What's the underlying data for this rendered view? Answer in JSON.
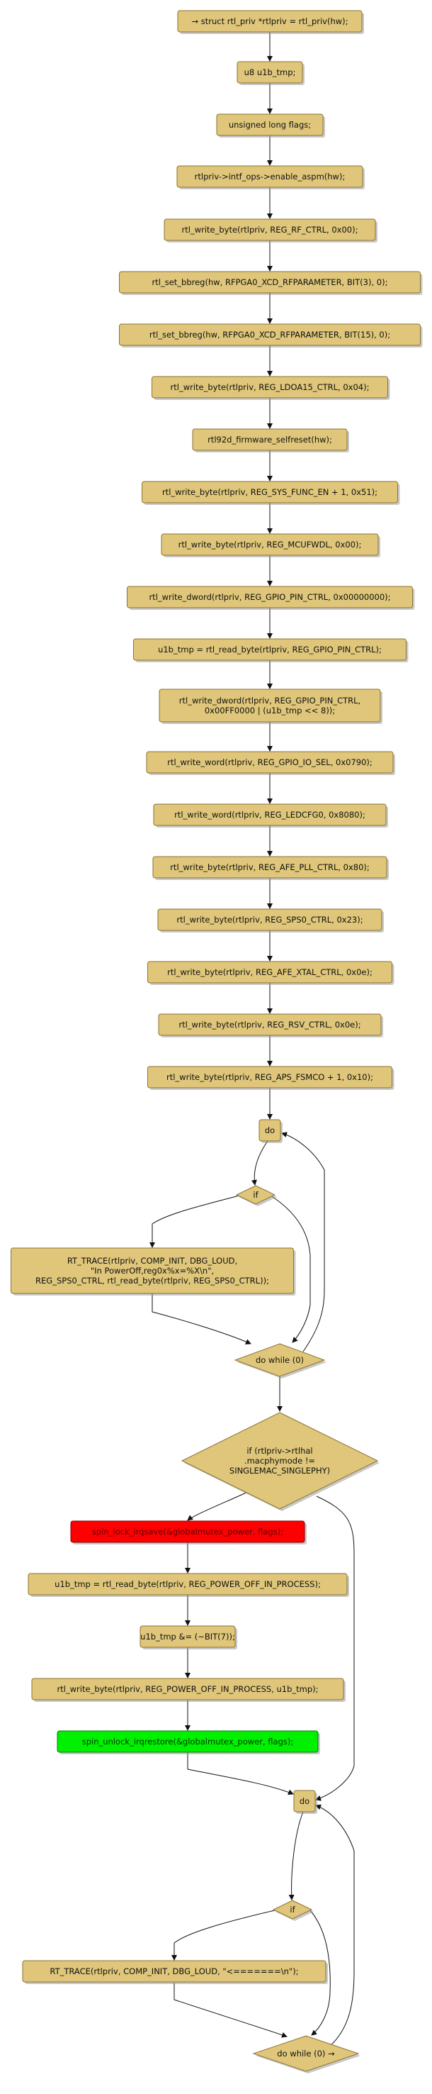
{
  "diagram": {
    "nodes": [
      {
        "id": "n1",
        "text": "→ struct rtl_priv *rtlpriv = rtl_priv(hw);"
      },
      {
        "id": "n2",
        "text": "u8 u1b_tmp;"
      },
      {
        "id": "n3",
        "text": "unsigned long flags;"
      },
      {
        "id": "n4",
        "text": "rtlpriv->intf_ops->enable_aspm(hw);"
      },
      {
        "id": "n5",
        "text": "rtl_write_byte(rtlpriv, REG_RF_CTRL, 0x00);"
      },
      {
        "id": "n6",
        "text": "rtl_set_bbreg(hw, RFPGA0_XCD_RFPARAMETER, BIT(3), 0);"
      },
      {
        "id": "n7",
        "text": "rtl_set_bbreg(hw, RFPGA0_XCD_RFPARAMETER, BIT(15), 0);"
      },
      {
        "id": "n8",
        "text": "rtl_write_byte(rtlpriv, REG_LDOA15_CTRL, 0x04);"
      },
      {
        "id": "n9",
        "text": "rtl92d_firmware_selfreset(hw);"
      },
      {
        "id": "n10",
        "text": "rtl_write_byte(rtlpriv, REG_SYS_FUNC_EN + 1, 0x51);"
      },
      {
        "id": "n11",
        "text": "rtl_write_byte(rtlpriv, REG_MCUFWDL, 0x00);"
      },
      {
        "id": "n12",
        "text": "rtl_write_dword(rtlpriv, REG_GPIO_PIN_CTRL, 0x00000000);"
      },
      {
        "id": "n13",
        "text": "u1b_tmp = rtl_read_byte(rtlpriv, REG_GPIO_PIN_CTRL);"
      },
      {
        "id": "n14",
        "lines": [
          "rtl_write_dword(rtlpriv, REG_GPIO_PIN_CTRL,",
          "0x00FF0000 | (u1b_tmp << 8));"
        ]
      },
      {
        "id": "n15",
        "text": "rtl_write_word(rtlpriv, REG_GPIO_IO_SEL, 0x0790);"
      },
      {
        "id": "n16",
        "text": "rtl_write_word(rtlpriv, REG_LEDCFG0, 0x8080);"
      },
      {
        "id": "n17",
        "text": "rtl_write_byte(rtlpriv, REG_AFE_PLL_CTRL, 0x80);"
      },
      {
        "id": "n18",
        "text": "rtl_write_byte(rtlpriv, REG_SPS0_CTRL, 0x23);"
      },
      {
        "id": "n19",
        "text": "rtl_write_byte(rtlpriv, REG_AFE_XTAL_CTRL, 0x0e);"
      },
      {
        "id": "n20",
        "text": "rtl_write_byte(rtlpriv, REG_RSV_CTRL, 0x0e);"
      },
      {
        "id": "n21",
        "text": "rtl_write_byte(rtlpriv, REG_APS_FSMCO + 1, 0x10);"
      },
      {
        "id": "do1",
        "text": "do"
      },
      {
        "id": "if1",
        "text": "if"
      },
      {
        "id": "n22",
        "lines": [
          "RT_TRACE(rtlpriv, COMP_INIT, DBG_LOUD,",
          "\"In PowerOff,reg0x%x=%X\\n\",",
          "REG_SPS0_CTRL, rtl_read_byte(rtlpriv, REG_SPS0_CTRL));"
        ]
      },
      {
        "id": "while1",
        "text": "do while (0)"
      },
      {
        "id": "if2",
        "lines": [
          "if (rtlpriv->rtlhal",
          ".macphymode !=",
          "SINGLEMAC_SINGLEPHY)"
        ]
      },
      {
        "id": "n23",
        "text": "spin_lock_irqsave(&globalmutex_power, flags);"
      },
      {
        "id": "n24",
        "text": "u1b_tmp = rtl_read_byte(rtlpriv, REG_POWER_OFF_IN_PROCESS);"
      },
      {
        "id": "n25",
        "text": "u1b_tmp &= (~BIT(7));"
      },
      {
        "id": "n26",
        "text": "rtl_write_byte(rtlpriv, REG_POWER_OFF_IN_PROCESS, u1b_tmp);"
      },
      {
        "id": "n27",
        "text": "spin_unlock_irqrestore(&globalmutex_power, flags);"
      },
      {
        "id": "do2",
        "text": "do"
      },
      {
        "id": "if3",
        "text": "if"
      },
      {
        "id": "n28",
        "text": "RT_TRACE(rtlpriv, COMP_INIT, DBG_LOUD, \"<=======\\n\");"
      },
      {
        "id": "while2",
        "text": "do while (0) →"
      }
    ],
    "edges": [
      [
        "n1",
        "n2"
      ],
      [
        "n2",
        "n3"
      ],
      [
        "n3",
        "n4"
      ],
      [
        "n4",
        "n5"
      ],
      [
        "n5",
        "n6"
      ],
      [
        "n6",
        "n7"
      ],
      [
        "n7",
        "n8"
      ],
      [
        "n8",
        "n9"
      ],
      [
        "n9",
        "n10"
      ],
      [
        "n10",
        "n11"
      ],
      [
        "n11",
        "n12"
      ],
      [
        "n12",
        "n13"
      ],
      [
        "n13",
        "n14"
      ],
      [
        "n14",
        "n15"
      ],
      [
        "n15",
        "n16"
      ],
      [
        "n16",
        "n17"
      ],
      [
        "n17",
        "n18"
      ],
      [
        "n18",
        "n19"
      ],
      [
        "n19",
        "n20"
      ],
      [
        "n20",
        "n21"
      ],
      [
        "n21",
        "do1"
      ],
      [
        "do1",
        "if1"
      ],
      [
        "if1",
        "n22"
      ],
      [
        "n22",
        "while1"
      ],
      [
        "if1",
        "while1"
      ],
      [
        "while1",
        "do1"
      ],
      [
        "while1",
        "if2"
      ],
      [
        "if2",
        "n23"
      ],
      [
        "n23",
        "n24"
      ],
      [
        "n24",
        "n25"
      ],
      [
        "n25",
        "n26"
      ],
      [
        "n26",
        "n27"
      ],
      [
        "n27",
        "do2"
      ],
      [
        "if2",
        "do2"
      ],
      [
        "do2",
        "if3"
      ],
      [
        "if3",
        "n28"
      ],
      [
        "n28",
        "while2"
      ],
      [
        "if3",
        "while2"
      ],
      [
        "while2",
        "do2"
      ]
    ],
    "colors": {
      "node_fill": "#dfc67a",
      "node_border": "#8b7330",
      "highlight_red": "#ff0000",
      "highlight_green": "#00f000",
      "edge": "#111111"
    }
  }
}
